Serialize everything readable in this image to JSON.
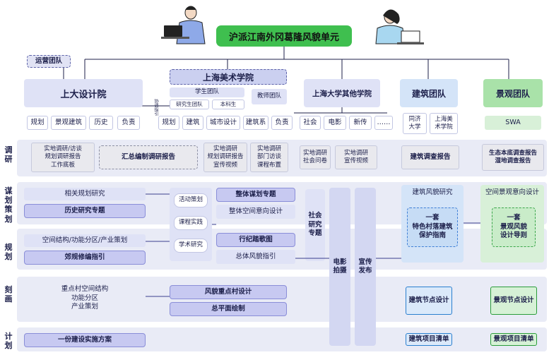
{
  "title": "沪派江南外冈葛隆风貌单元",
  "ops_team": "运营团队",
  "top": {
    "sda": {
      "name": "上大设计院",
      "items": [
        "规划",
        "景观建筑",
        "历史",
        "负责"
      ]
    },
    "meiyuan": {
      "name": "上海美术学院",
      "student": "学生团队",
      "sub": [
        "研究生团队",
        "本科生"
      ],
      "teacher": "教师团队",
      "items": [
        "规划",
        "建筑",
        "城市设计",
        "建筑系",
        "负责"
      ],
      "assist": "协调指引"
    },
    "other": {
      "name": "上海大学其他学院",
      "items": [
        "社会",
        "电影",
        "新传",
        "……"
      ]
    },
    "arch": {
      "name": "建筑团队",
      "items": [
        "同济\n大学",
        "上海美\n术学院"
      ]
    },
    "land": {
      "name": "景观团队",
      "items": [
        "SWA"
      ]
    }
  },
  "rows": {
    "survey": "调\n研",
    "plan_strategy": "谋\n划\n策\n划",
    "plan": "规\n划",
    "design": "刻\n画",
    "schedule": "计\n划"
  },
  "survey": {
    "a": "实地调研/访谈\n规划调研报告\n工作底板",
    "b": "汇总编制调研报告",
    "c": "实地调研\n规划调研报告\n宣传视频",
    "d": "实地调研\n部门访谈\n课程布置",
    "e": "实地调研\n社会问卷",
    "f": "实地调研\n宣传视频",
    "g": "建筑调查报告",
    "h": "生态本底调查报告\n湿地调查报告"
  },
  "strategy": {
    "left1": "相关规划研究",
    "left2": "历史研究专题",
    "activities": [
      "活动策划",
      "课程实践",
      "学术研究"
    ],
    "mid1": "整体谋划专题",
    "mid2": "整体空间意向设计",
    "mid3": "行纪踏歌图",
    "mid4": "总体风貌指引",
    "social": "社会\n研究\n专题",
    "film": "电影\n拍摄",
    "media": "宣传\n发布",
    "arch_title": "建筑风貌研究",
    "arch_box": "一套\n特色村落建筑\n保护指南",
    "land_title": "空间景观意向设计",
    "land_box": "一套\n景观风貌\n设计导则"
  },
  "planning": {
    "left1": "空间结构/功能分区/产业策划",
    "left2": "郊规修编指引"
  },
  "design": {
    "left": "重点村空间结构\n功能分区\n产业策划",
    "mid1": "风貌重点村设计",
    "mid2": "总平面绘制",
    "arch": "建筑节点设计",
    "land": "景观节点设计"
  },
  "schedule": {
    "left": "一份建设实施方案",
    "arch": "建筑项目清单",
    "land": "景观项目清单"
  }
}
